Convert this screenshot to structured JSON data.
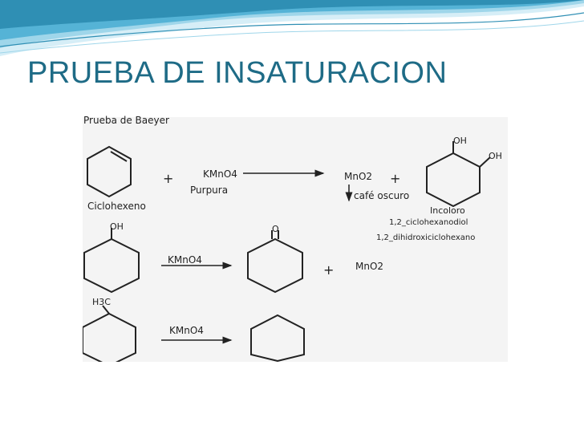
{
  "slide": {
    "title": "PRUEBA DE INSATURACION"
  },
  "figure": {
    "caption": "Prueba de Baeyer",
    "row1": {
      "reactant_label": "Ciclohexeno",
      "plus1": "+",
      "reagent": "KMnO4",
      "reagent_color": "Purpura",
      "product1": "MnO2",
      "plus2": "+",
      "precipitate_note": "café oscuro",
      "diol_oh_top": "OH",
      "diol_oh_right": "OH",
      "product_color": "Incoloro",
      "product_name_1": "1,2_ciclohexanodiol",
      "product_name_2": "1,2_dihidroxiciclohexano"
    },
    "row2": {
      "oh_label": "OH",
      "reagent": "KMnO4",
      "ketone_o": "O",
      "plus": "+",
      "product2": "MnO2"
    },
    "row3": {
      "methyl_label": "H3C",
      "reagent": "KMnO4"
    }
  },
  "colors": {
    "title": "#1e6b86",
    "wave_dark": "#2f8fb4",
    "wave_light": "#9fd6ea",
    "panel": "#f4f4f4"
  }
}
